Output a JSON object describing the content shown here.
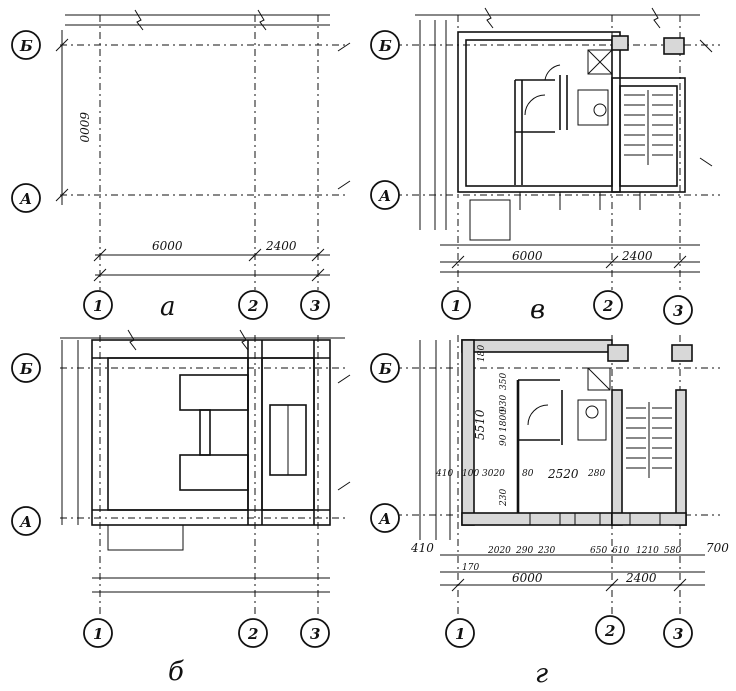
{
  "colors": {
    "ink": "#111111",
    "paper": "#ffffff",
    "wall": "#d8d8d8"
  },
  "axes": {
    "a": "А",
    "b": "Б",
    "c1": "1",
    "c2": "2",
    "c3": "3"
  },
  "panels": {
    "a": {
      "caption": "а",
      "dim_6000_h": "6000",
      "dim_6000_v": "6000",
      "dim_2400": "2400"
    },
    "b": {
      "caption": "б"
    },
    "v": {
      "caption": "в",
      "dim_6000": "6000",
      "dim_2400": "2400"
    },
    "g": {
      "caption": "г",
      "dim_6000": "6000",
      "dim_2400": "2400",
      "v_5510": "5510",
      "v_180": "180",
      "v_350": "350",
      "v_900": "90",
      "v_1800": "1800",
      "v_930": "930",
      "v_230": "230",
      "h_100": "100",
      "h_3020": "3020",
      "h_80": "80",
      "h_2520": "2520",
      "h_280": "280",
      "left_410_top": "410",
      "left_410": "410",
      "right_700": "700",
      "b_170": "170",
      "b_2020": "2020",
      "b_290": "290",
      "b_230": "230",
      "b_650": "650",
      "b_610": "610",
      "b_1210": "1210",
      "b_580": "580"
    }
  }
}
